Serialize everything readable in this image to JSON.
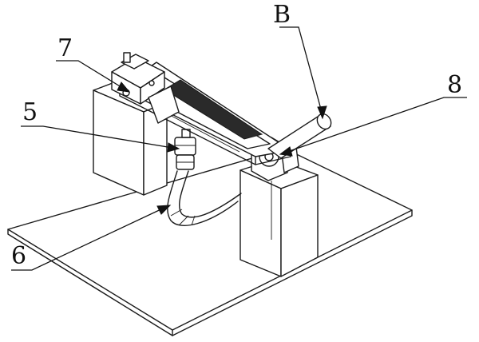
{
  "figure": {
    "labels": {
      "b": "B",
      "seven": "7",
      "five": "5",
      "eight": "8",
      "six": "6"
    }
  }
}
